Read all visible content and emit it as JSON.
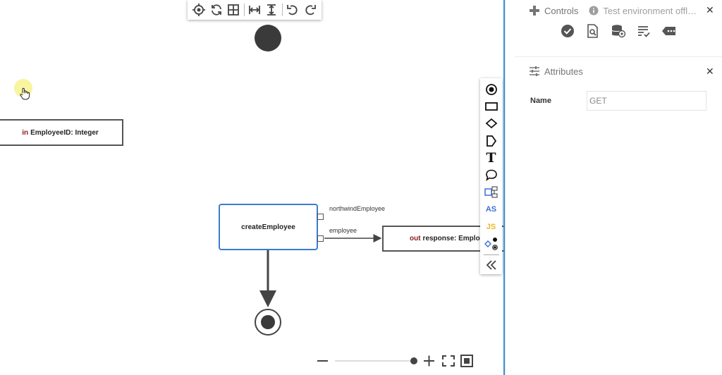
{
  "canvas": {
    "toolbar": {
      "icons": [
        "target-icon",
        "refresh-icon",
        "grid-icon",
        "fit-width-icon",
        "fit-height-icon",
        "undo-icon",
        "redo-icon"
      ]
    },
    "palette": {
      "items": [
        "start-node-icon",
        "activity-node-icon",
        "decision-node-icon",
        "output-node-icon",
        "text-tool-icon",
        "comment-tool-icon",
        "subprocess-icon",
        "as-script-icon",
        "js-script-icon",
        "transition-icon",
        "collapse-palette-icon"
      ],
      "as_label": "AS",
      "js_label": "JS",
      "text_tool_label": "T"
    },
    "nodes": {
      "input_param": {
        "keyword": "in",
        "label": "EmployeeID: Integer"
      },
      "activity": {
        "label": "createEmployee"
      },
      "output_param": {
        "keyword": "out",
        "label": "response: Employee"
      }
    },
    "edges": {
      "northwind": "northwindEmployee",
      "employee": "employee"
    },
    "zoom": {
      "value_percent": 100
    }
  },
  "controls": {
    "title": "Controls",
    "status_text": "Test environment offline",
    "icons": [
      "validate-icon",
      "inspect-icon",
      "database-icon",
      "list-check-icon",
      "tag-icon"
    ]
  },
  "attributes": {
    "title": "Attributes",
    "name_label": "Name",
    "name_value": "GET"
  },
  "colors": {
    "accent": "#3b8fd6",
    "activity_border": "#3b7bd4",
    "as_color": "#3a6fd8",
    "js_color": "#f0b429"
  }
}
